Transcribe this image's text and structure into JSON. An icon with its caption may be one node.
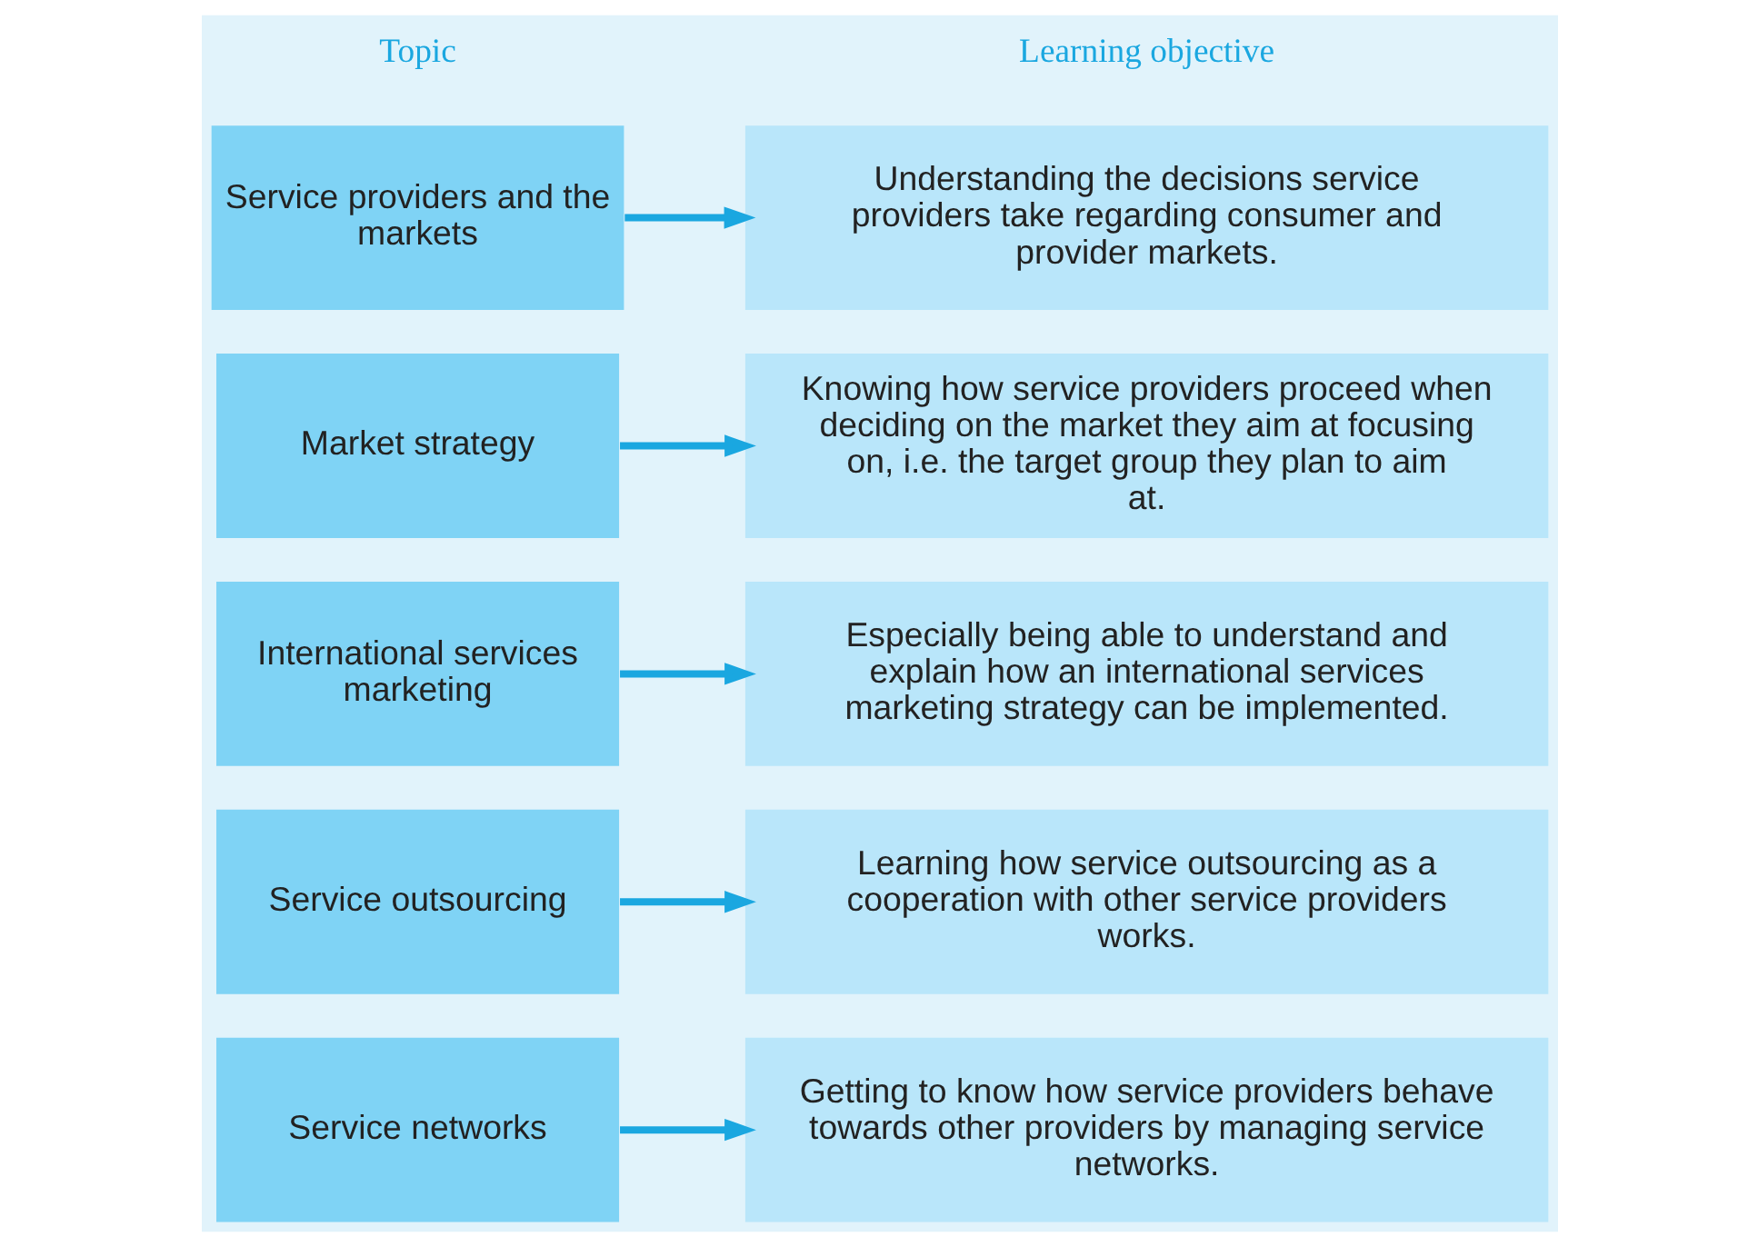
{
  "diagram": {
    "nodes": [
      {
        "text": [
          "Service providers and the markets"
        ]
      },
      {
        "text": [
          "Understanding the decisions service providers take regarding consumer and provider markets."
        ]
      },
      {
        "text": [
          "Market strategy"
        ]
      },
      {
        "text": [
          "Knowing how service providers proceed when deciding on the market they aim at focusing on, i.e. the target group they plan to aim at."
        ]
      },
      {
        "text": [
          "International services marketing"
        ]
      },
      {
        "text": [
          "Especially being able to understand and explain how an international services marketing strategy can be implemented."
        ]
      },
      {
        "text": [
          "Service outsourcing"
        ]
      },
      {
        "text": [
          "Learning how service outsourcing as a cooperation with other service providers works."
        ]
      },
      {
        "text": [
          "Service networks"
        ]
      },
      {
        "text": [
          "Getting to know how service providers behave towards other providers by managing service networks."
        ]
      }
    ],
    "edges": [
      {
        "from": 0,
        "to": 1,
        "arrow": "to"
      },
      {
        "from": 2,
        "to": 3,
        "arrow": "to"
      },
      {
        "from": 4,
        "to": 5,
        "arrow": "to"
      },
      {
        "from": 6,
        "to": 7,
        "arrow": "to"
      },
      {
        "from": 8,
        "to": 9,
        "arrow": "to"
      }
    ],
    "labels": [
      "Topic",
      "Learning objective"
    ]
  }
}
